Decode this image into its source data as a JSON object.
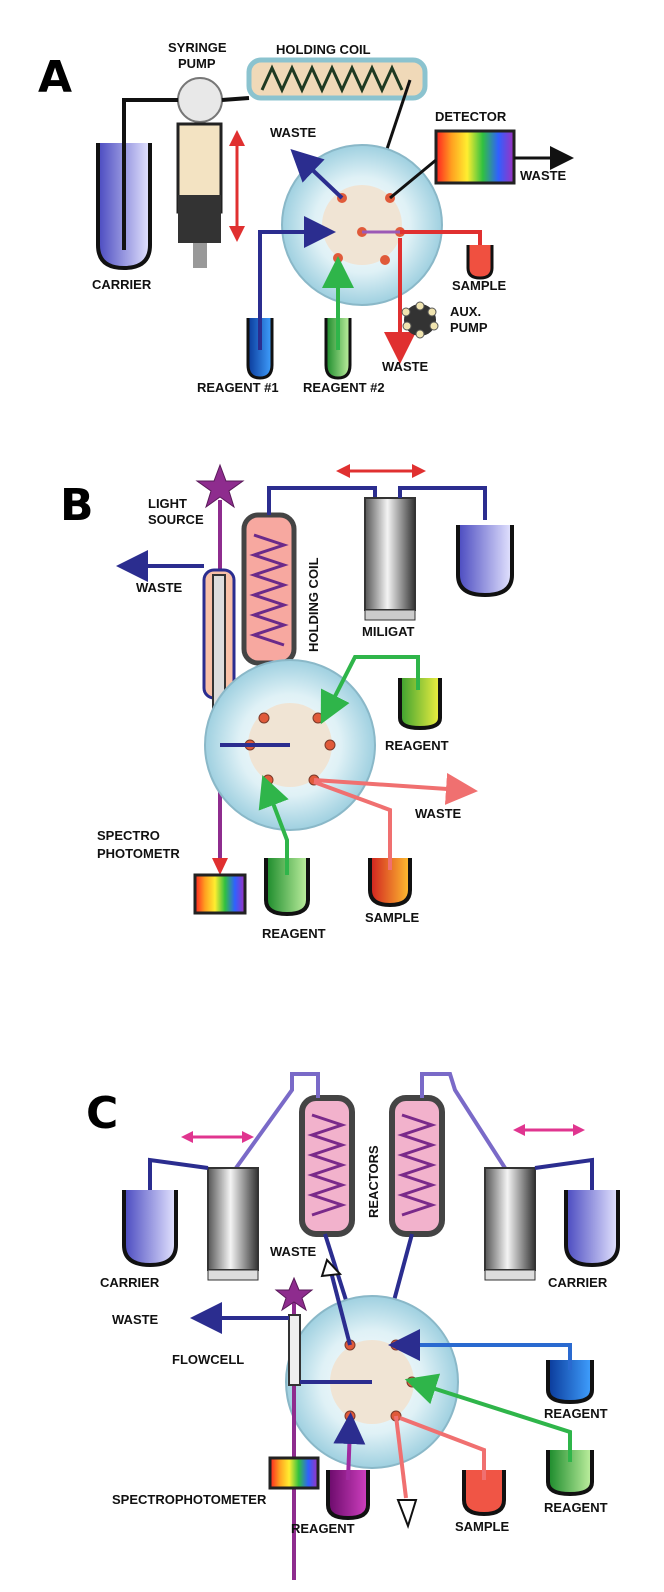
{
  "panels": {
    "a": {
      "letter": "A",
      "syringe_pump": "SYRINGE",
      "syringe_pump_2": "PUMP",
      "holding_coil": "HOLDING COIL",
      "waste_top": "WASTE",
      "detector": "DETECTOR",
      "detector_waste": "WASTE",
      "carrier": "CARRIER",
      "sample": "SAMPLE",
      "aux_pump_1": "AUX.",
      "aux_pump_2": "PUMP",
      "waste_bottom": "WASTE",
      "reagent1": "REAGENT #1",
      "reagent2": "REAGENT #2"
    },
    "b": {
      "letter": "B",
      "light_source_1": "LIGHT",
      "light_source_2": "SOURCE",
      "waste_left": "WASTE",
      "holding_coil": "HOLDING COIL",
      "miligat": "MILIGAT",
      "reagent_right": "REAGENT",
      "waste_right": "WASTE",
      "spectro_1": "SPECTRO",
      "spectro_2": "PHOTOMETR",
      "reagent_bottom": "REAGENT",
      "sample": "SAMPLE"
    },
    "c": {
      "letter": "C",
      "reactors": "REACTORS",
      "carrier_left": "CARRIER",
      "carrier_right": "CARRIER",
      "waste_top": "WASTE",
      "waste_left": "WASTE",
      "flowcell": "FLOWCELL",
      "reagent_right_1": "REAGENT",
      "reagent_right_2": "REAGENT",
      "spectrophotometer": "SPECTROPHOTOMETER",
      "reagent_bottom": "REAGENT",
      "sample": "SAMPLE"
    }
  },
  "colors": {
    "blue": "#2b2d8f",
    "red": "#e03030",
    "green": "#2fb54a",
    "purple": "#8e2c8e",
    "pink": "#e0358f",
    "valve": "#bfe3ee"
  }
}
